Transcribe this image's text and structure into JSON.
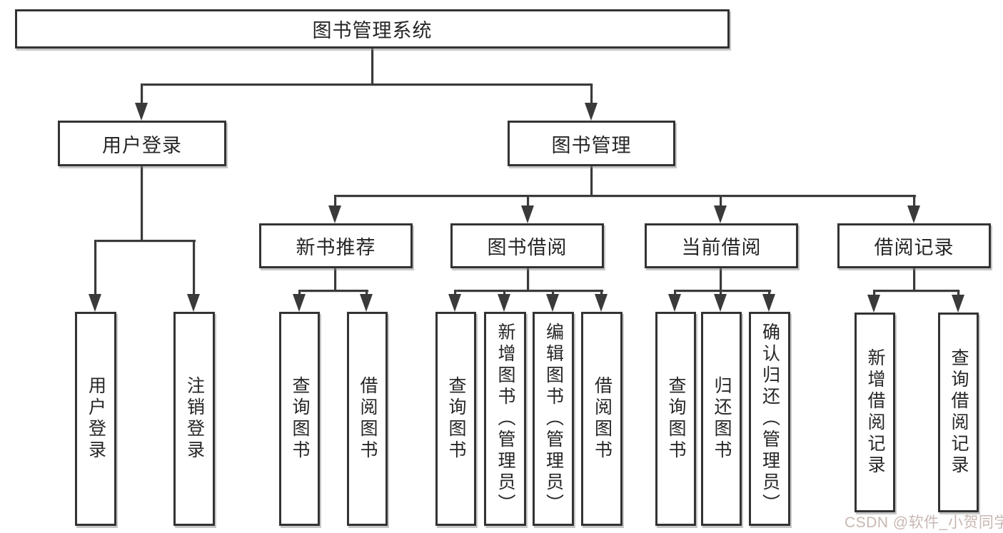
{
  "diagram": {
    "title": "图书管理系统",
    "tree": {
      "root": {
        "label": "图书管理系统",
        "children": [
          {
            "label": "用户登录",
            "children": [
              {
                "label": "用户登录"
              },
              {
                "label": "注销登录"
              }
            ]
          },
          {
            "label": "图书管理",
            "children": [
              {
                "label": "新书推荐",
                "children": [
                  {
                    "label": "查询图书"
                  },
                  {
                    "label": "借阅图书"
                  }
                ]
              },
              {
                "label": "图书借阅",
                "children": [
                  {
                    "label": "查询图书"
                  },
                  {
                    "label": "新增图书（管理员）"
                  },
                  {
                    "label": "编辑图书（管理员）"
                  },
                  {
                    "label": "借阅图书"
                  }
                ]
              },
              {
                "label": "当前借阅",
                "children": [
                  {
                    "label": "查询图书"
                  },
                  {
                    "label": "归还图书"
                  },
                  {
                    "label": "确认归还（管理员）"
                  }
                ]
              },
              {
                "label": "借阅记录",
                "children": [
                  {
                    "label": "新增借阅记录"
                  },
                  {
                    "label": "查询借阅记录"
                  }
                ]
              }
            ]
          }
        ]
      }
    }
  },
  "watermark": {
    "text": "CSDN @软件_小贺同学"
  },
  "colors": {
    "line": "#3a3a3a",
    "box_border": "#333333",
    "text": "#262626",
    "watermark": "#c8b7b3",
    "background": "#ffffff"
  }
}
